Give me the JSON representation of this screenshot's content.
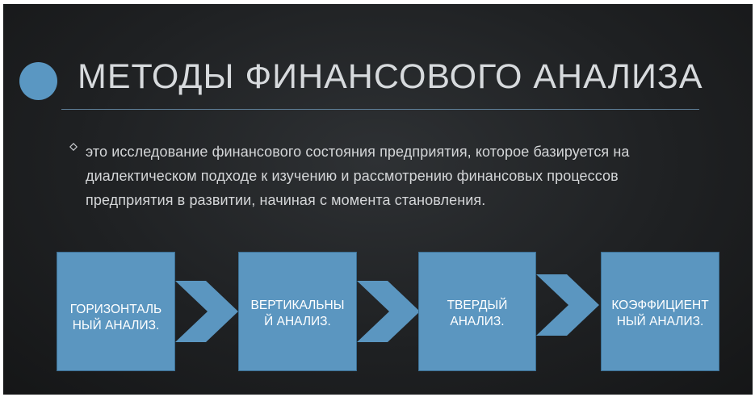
{
  "slide": {
    "title": "МЕТОДЫ ФИНАНСОВОГО АНАЛИЗА",
    "bullet_text": "это исследование финансового состояния предприятия, которое базируется на диалектическом подходе к изучению и рассмотрению финансовых процессов предприятия в развитии, начиная с момента становления.",
    "bullet_icon": "diamond-bullet-icon"
  },
  "process": {
    "steps": [
      {
        "label": "ГОРИЗОНТАЛЬ НЫЙ АНАЛИЗ."
      },
      {
        "label": "ВЕРТИКАЛЬНЫ Й АНАЛИЗ."
      },
      {
        "label": "ТВЕРДЫЙ АНАЛИЗ."
      },
      {
        "label": "КОЭФФИЦИЕНТ НЫЙ АНАЛИЗ."
      }
    ],
    "connector_icon": "chevron-right-icon"
  },
  "colors": {
    "background": "#1f2123",
    "accent": "#5b96c0",
    "title_text": "#d7dadd",
    "body_text": "#d4d6d8"
  }
}
